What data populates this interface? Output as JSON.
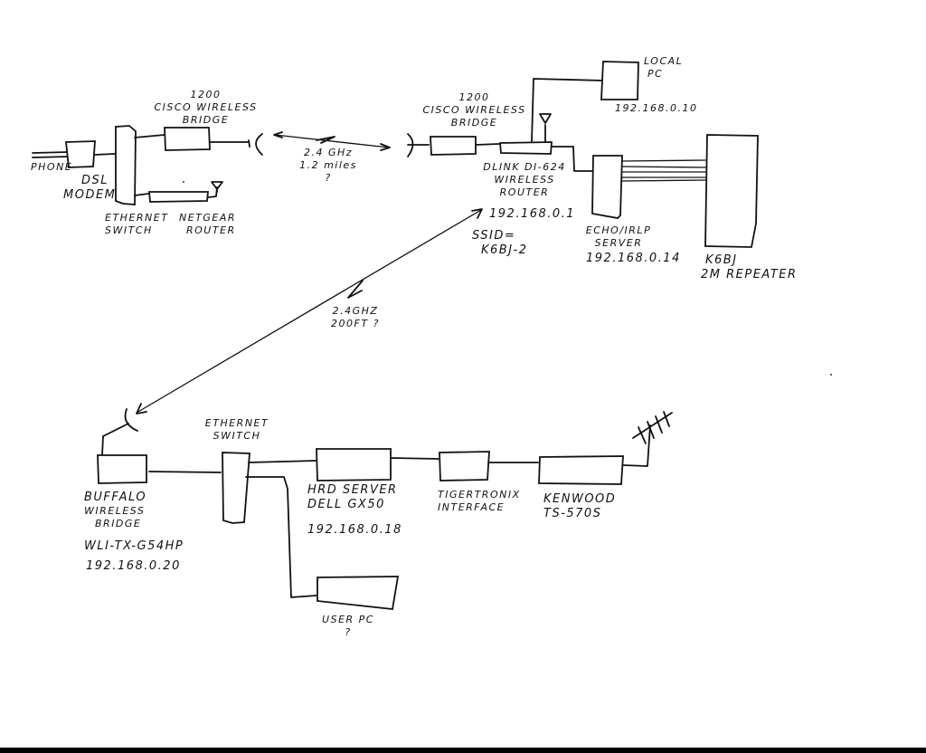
{
  "diagram": {
    "type": "hand-drawn network diagram",
    "site_a": {
      "phone_label": "PHONE",
      "dsl_modem": [
        "DSL",
        "MODEM"
      ],
      "ethernet_switch": [
        "ETHERNET",
        "SWITCH"
      ],
      "cisco_bridge": [
        "1200",
        "CISCO WIRELESS",
        "BRIDGE"
      ],
      "netgear_router": [
        "NETGEAR",
        "ROUTER"
      ]
    },
    "link_a_b": {
      "frequency": "2.4 GHz",
      "distance": "1.2 miles",
      "uncertain_mark": "?"
    },
    "site_b": {
      "cisco_bridge": [
        "1200",
        "CISCO WIRELESS",
        "BRIDGE"
      ],
      "dlink_router": [
        "DLINK DI-624",
        "WIRELESS",
        "ROUTER"
      ],
      "dlink_ip": "192.168.0.1",
      "ssid": [
        "SSID=",
        "K6BJ-2"
      ],
      "local_pc": [
        "LOCAL",
        "PC"
      ],
      "local_pc_ip": "192.168.0.10",
      "echo_server": [
        "ECHO/IRLP",
        "SERVER"
      ],
      "echo_server_ip": "192.168.0.14",
      "repeater": [
        "K6BJ",
        "2M REPEATER"
      ]
    },
    "link_b_c": {
      "frequency": "2.4GHz",
      "distance": "200FT ?"
    },
    "site_c": {
      "buffalo_bridge": [
        "BUFFALO",
        "WIRELESS",
        "BRIDGE"
      ],
      "buffalo_model": "WLI-TX-G54HP",
      "buffalo_ip": "192.168.0.20",
      "ethernet_switch": [
        "ETHERNET",
        "SWITCH"
      ],
      "hrd_server": [
        "HRD SERVER",
        "DELL GX50"
      ],
      "hrd_ip": "192.168.0.18",
      "interface": [
        "TIGERTRONIX",
        "INTERFACE"
      ],
      "radio": [
        "KENWOOD",
        "TS-570S"
      ],
      "user_pc": [
        "USER PC",
        "?"
      ]
    }
  }
}
